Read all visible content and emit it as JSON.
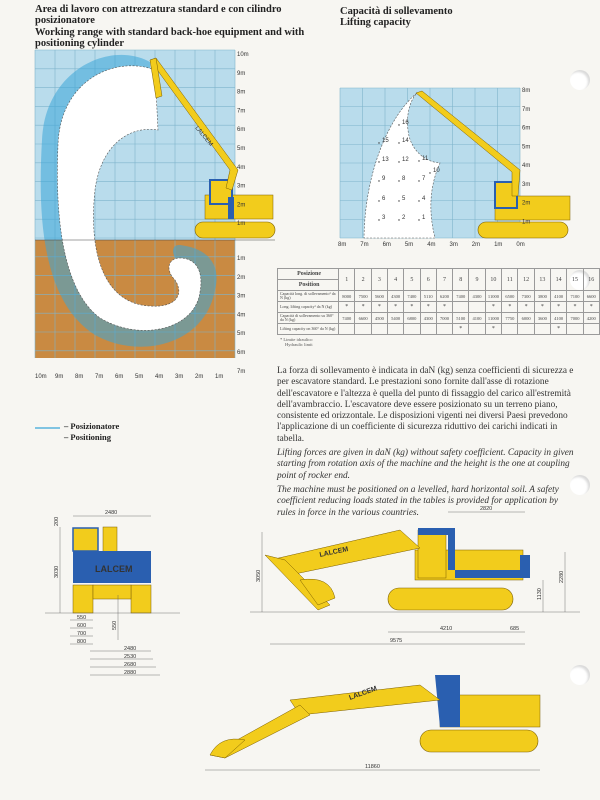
{
  "working_range": {
    "title_it": "Area di lavoro con attrezzatura standard e con cilindro posizionatore",
    "title_en": "Working range with standard back-hoe equipment and with positioning cylinder",
    "height_labels": [
      "10m",
      "9m",
      "8m",
      "7m",
      "6m",
      "5m",
      "4m",
      "3m",
      "2m",
      "1m"
    ],
    "depth_labels": [
      "1m",
      "2m",
      "3m",
      "4m",
      "5m",
      "6m",
      "7m"
    ],
    "reach_labels": [
      "10m",
      "9m",
      "8m",
      "7m",
      "6m",
      "5m",
      "4m",
      "3m",
      "2m",
      "1m"
    ],
    "legend": {
      "it": "– Posizionatore",
      "en": "– Positioning",
      "color": "#3aa6d8"
    }
  },
  "lifting": {
    "title_it": "Capacità di sollevamento",
    "title_en": "Lifting capacity",
    "height_labels": [
      "8m",
      "7m",
      "6m",
      "5m",
      "4m",
      "3m",
      "2m",
      "1m"
    ],
    "reach_labels": [
      "8m",
      "7m",
      "6m",
      "5m",
      "4m",
      "3m",
      "2m",
      "1m",
      "0m"
    ],
    "points": [
      "1",
      "2",
      "3",
      "4",
      "5",
      "6",
      "7",
      "8",
      "9",
      "10",
      "11",
      "12",
      "13",
      "14",
      "15",
      "16"
    ]
  },
  "table": {
    "header_it": "Posizione",
    "header_en": "Position",
    "positions": [
      "1",
      "2",
      "3",
      "4",
      "5",
      "6",
      "7",
      "8",
      "9",
      "10",
      "11",
      "12",
      "13",
      "14",
      "15",
      "16"
    ],
    "row1_label_it": "Capacità long. di sollevamento¹ da N (kg)",
    "row1_label_en": "Long. lifting capacity¹ da N (kg)",
    "row1_values": [
      "8000",
      "7500",
      "5600",
      "4300",
      "7400",
      "5110",
      "6200",
      "7400",
      "4300",
      "11000",
      "6500",
      "7300",
      "3800",
      "4100",
      "7100",
      "6600"
    ],
    "row1_marks": [
      "*",
      "*",
      "*",
      "*",
      "*",
      "*",
      "*",
      "",
      "",
      "*",
      "*",
      "*",
      "*",
      "*",
      "*",
      "*"
    ],
    "row2_label_it": "Capacità di sollevamento su 360° da N (kg)",
    "row2_label_en": "Lifting capacity on 360° da N (kg)",
    "row2_values": [
      "7400",
      "6600",
      "4500",
      "5400",
      "6800",
      "4300",
      "7000",
      "5100",
      "4100",
      "11000",
      "7750",
      "6000",
      "3600",
      "4100",
      "7000",
      "4200"
    ],
    "row2_marks": [
      "",
      "",
      "",
      "",
      "",
      "",
      "",
      "*",
      "",
      "*",
      "",
      "",
      "",
      "*",
      "",
      ""
    ],
    "note_1": "* Limite idraulico",
    "note_2": "Hydraulic limit"
  },
  "text": {
    "it": "La forza di sollevamento è indicata in daN (kg) senza coefficienti di sicurezza e per escavatore standard. Le prestazioni sono fornite dall'asse di rotazione dell'escavatore e l'altezza è quella del punto di fissaggio del carico all'estremità dell'avambraccio. L'escavatore deve essere posizionato su un terreno piano, consistente ed orizzontale. Le disposizioni vigenti nei diversi Paesi prevedono l'applicazione di un coefficiente di sicurezza riduttivo dei carichi indicati in tabella.",
    "en_1": "Lifting forces are given in daN (kg) without safety coefficient. Capacity in given starting from rotation axis of the machine and the height is the one at coupling point of rocker end.",
    "en_2": "The machine must be positioned on a levelled, hard horizontal soil. A safety coefficient reducing loads stated in the tables is provided for application by rules in force in the various countries."
  },
  "dimensions": {
    "front": {
      "width": "2480",
      "cab_top": "200",
      "height": "3030",
      "clearance": "550",
      "shoes": [
        "550",
        "600",
        "700",
        "800"
      ],
      "track_widths": [
        "2480",
        "2530",
        "2680",
        "2880"
      ]
    },
    "side": {
      "tail": "2820",
      "height": "3050",
      "cab_height": "2280",
      "counterweight_clearance": "1130",
      "tumbler": "4210",
      "overhang": "685",
      "length": "9575"
    },
    "transport": {
      "length": "11860"
    }
  },
  "brand": "LALCEM",
  "colors": {
    "yellow": "#f2cc1c",
    "blue": "#2a5fb0",
    "sky": "#b9dcec",
    "soil": "#c98a42"
  }
}
